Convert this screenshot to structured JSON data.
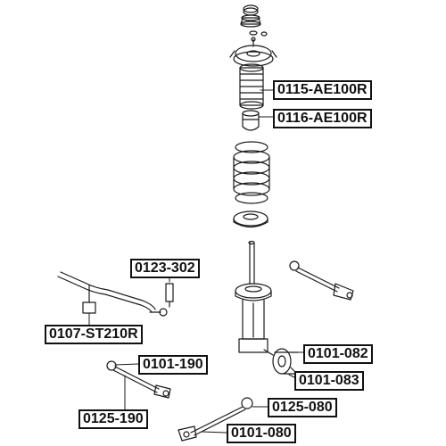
{
  "labels": {
    "mount_boot": "0115-AE100R",
    "bump_stop": "0116-AE100R",
    "stabilizer_link": "0123-302",
    "stabilizer_bushing": "0107-ST210R",
    "lower_arm_bushing_a": "0101-082",
    "lower_arm_bushing_b": "0101-083",
    "upper_arm_bushing": "0101-190",
    "upper_arm": "0125-190",
    "rear_arm": "0125-080",
    "rear_arm_bushing": "0101-080"
  },
  "colors": {
    "line": "#1a1a1a",
    "label_border": "#111111",
    "background": "#ffffff"
  }
}
